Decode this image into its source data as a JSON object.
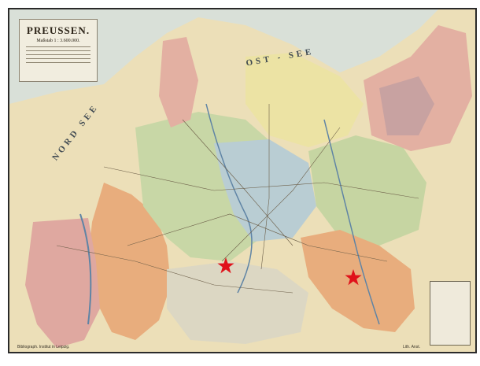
{
  "map": {
    "title": "PREUSSEN.",
    "scale_note": "Maßstab 1 : 3.600.000.",
    "sea_north": "NORD SEE",
    "sea_east": "OST - SEE",
    "credit_left": "Bibliograph. Institut in Leipzig.",
    "credit_right": "Lith. Anst."
  },
  "markers": [
    {
      "label": "star-marker-1",
      "color": "#e0121a"
    },
    {
      "label": "star-marker-2",
      "color": "#e0121a"
    }
  ],
  "colors": {
    "sea": "#d3dcd9",
    "orange": "#e8ad7d",
    "green": "#c8d7a6",
    "blue": "#b9cdd3",
    "pink": "#e3b0a2",
    "yellow": "#ece3a4",
    "purple": "#c8a2a1",
    "star": "#e0121a"
  }
}
